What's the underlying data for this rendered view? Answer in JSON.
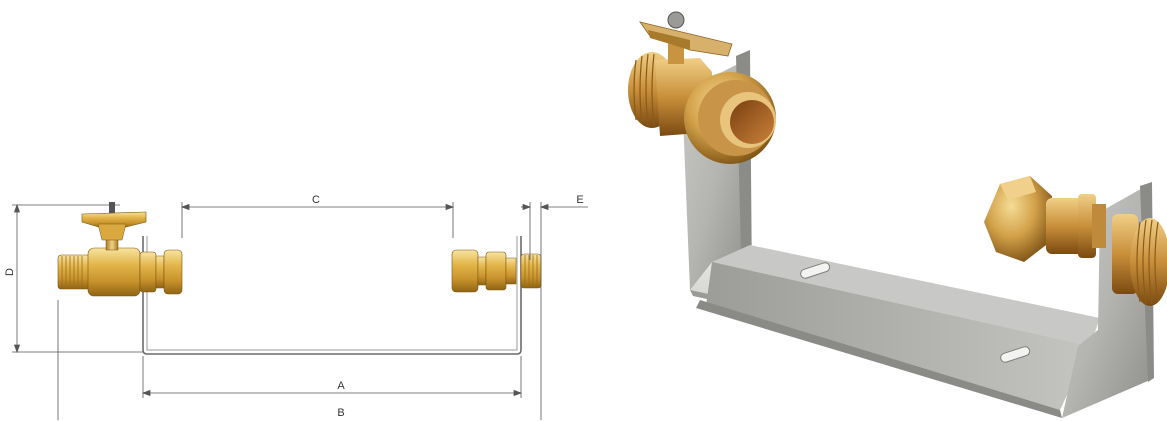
{
  "drawing": {
    "labels": {
      "a": "A",
      "b": "B",
      "c": "C",
      "d": "D",
      "e": "E"
    }
  },
  "colors": {
    "brass_light": "#f2d27a",
    "brass_mid": "#d9a93f",
    "brass_dark": "#8f6414",
    "steel_light": "#d6d7d5",
    "steel_mid": "#a9aaa6",
    "steel_dark": "#6f706c",
    "dimension_line": "#555555"
  }
}
